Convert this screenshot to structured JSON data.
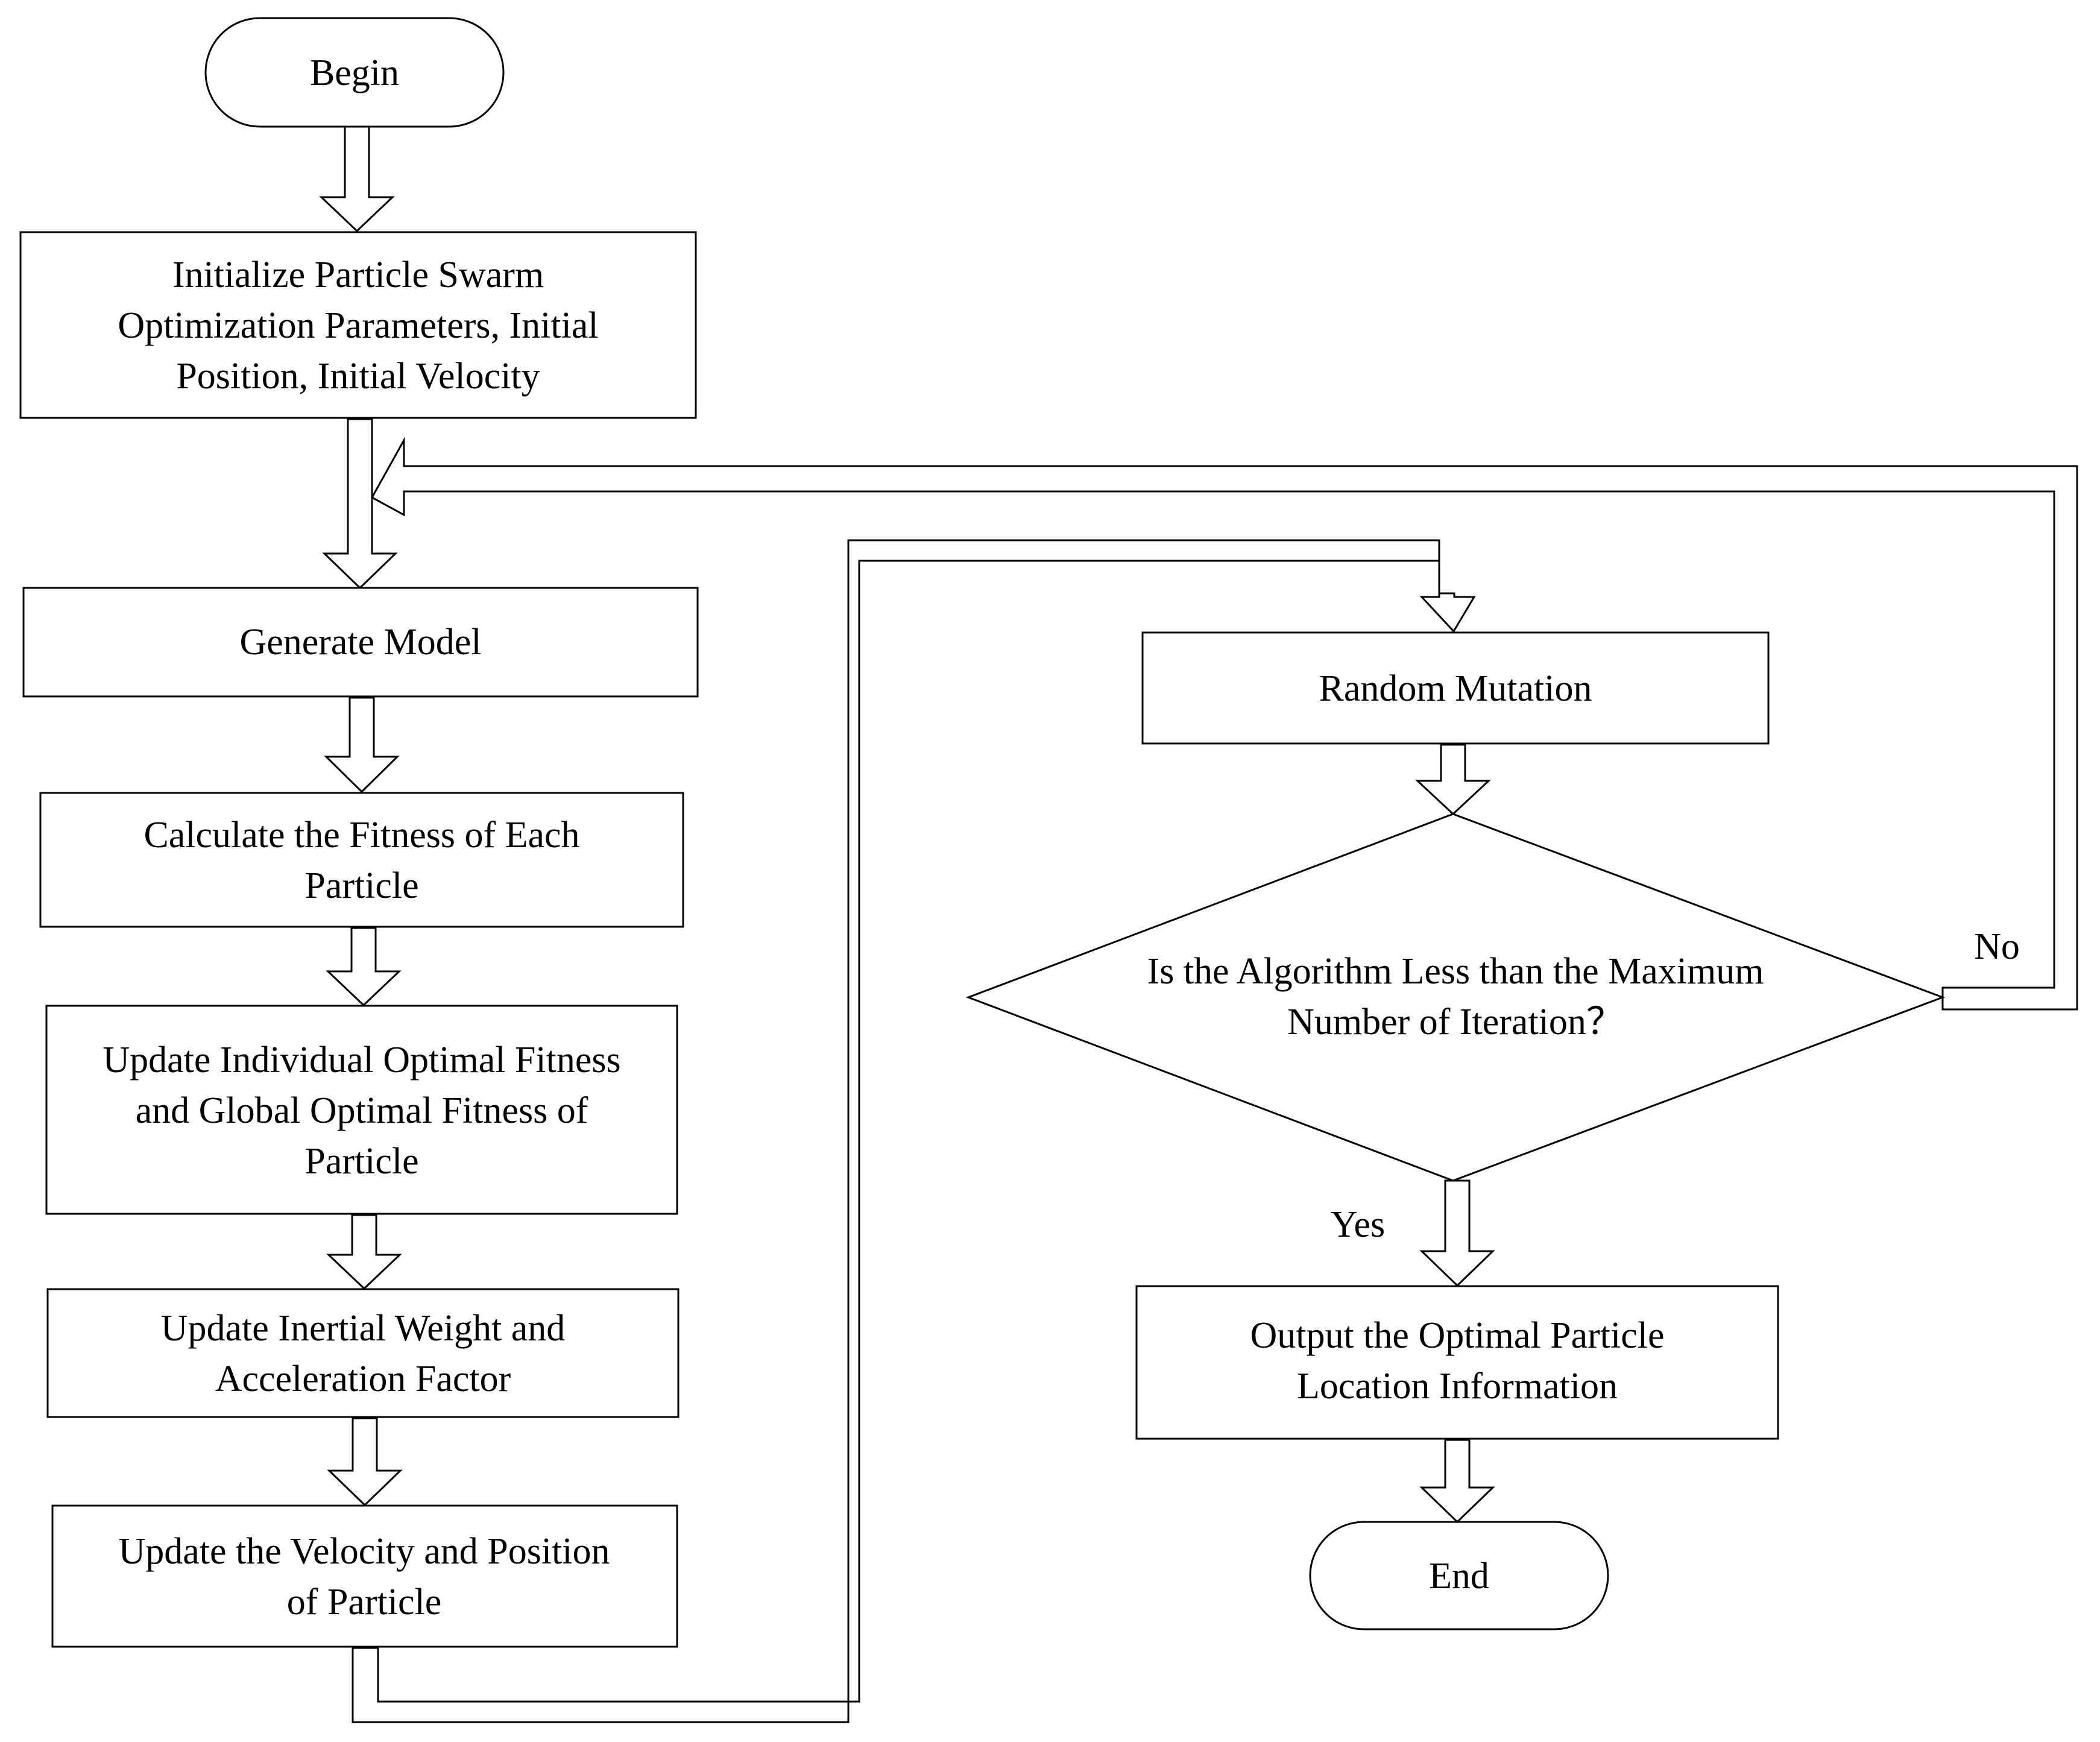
{
  "nodes": {
    "begin": {
      "lines": [
        "Begin"
      ]
    },
    "init": {
      "lines": [
        "Initialize Particle Swarm",
        "Optimization Parameters, Initial",
        "Position, Initial Velocity"
      ]
    },
    "generate": {
      "lines": [
        "Generate Model"
      ]
    },
    "fitness": {
      "lines": [
        "Calculate the Fitness of Each",
        "Particle"
      ]
    },
    "update_optimal": {
      "lines": [
        "Update Individual Optimal Fitness",
        "and Global Optimal Fitness of",
        "Particle"
      ]
    },
    "update_inertial": {
      "lines": [
        "Update Inertial Weight and",
        "Acceleration Factor"
      ]
    },
    "update_velocity": {
      "lines": [
        "Update the Velocity and Position",
        "of Particle"
      ]
    },
    "mutation": {
      "lines": [
        "Random Mutation"
      ]
    },
    "decision": {
      "lines": [
        "Is the Algorithm Less than the Maximum",
        "Number of Iteration？"
      ]
    },
    "output": {
      "lines": [
        "Output the Optimal Particle",
        "Location Information"
      ]
    },
    "end": {
      "lines": [
        "End"
      ]
    }
  },
  "edge_labels": {
    "no": "No",
    "yes": "Yes"
  },
  "colors": {
    "stroke": "#000000",
    "fill": "#ffffff"
  }
}
